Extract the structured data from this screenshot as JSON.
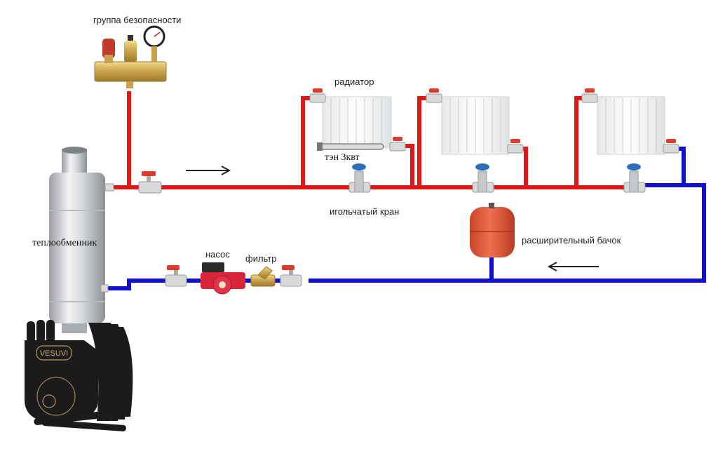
{
  "title": "Схема отопления с теплообменником на печи",
  "labels": {
    "safety_group": "группа безопасности",
    "radiator": "радиатор",
    "heating_element": "тэн 3квт",
    "needle_valve": "игольчатый кран",
    "expansion_tank": "расширительный бачок",
    "heat_exchanger": "теплообменник",
    "pump": "насос",
    "filter": "фильтр",
    "stove_brand": "VESUVI"
  },
  "flow": {
    "supply_direction": "right",
    "return_direction": "left"
  },
  "colors": {
    "supply_pipe": "#e01818",
    "return_pipe": "#1010d0",
    "valve_handle": "#e03a2a",
    "needle_handle": "#2a6fb8",
    "tank": "#e05a3a",
    "pump_body": "#d8253a",
    "stove": "#1a1a1a",
    "brass": "#c9a24a"
  },
  "radiators": [
    {
      "name": "radiator-1",
      "has_heating_element": true
    },
    {
      "name": "radiator-2",
      "has_heating_element": false
    },
    {
      "name": "radiator-3",
      "has_heating_element": false
    }
  ]
}
